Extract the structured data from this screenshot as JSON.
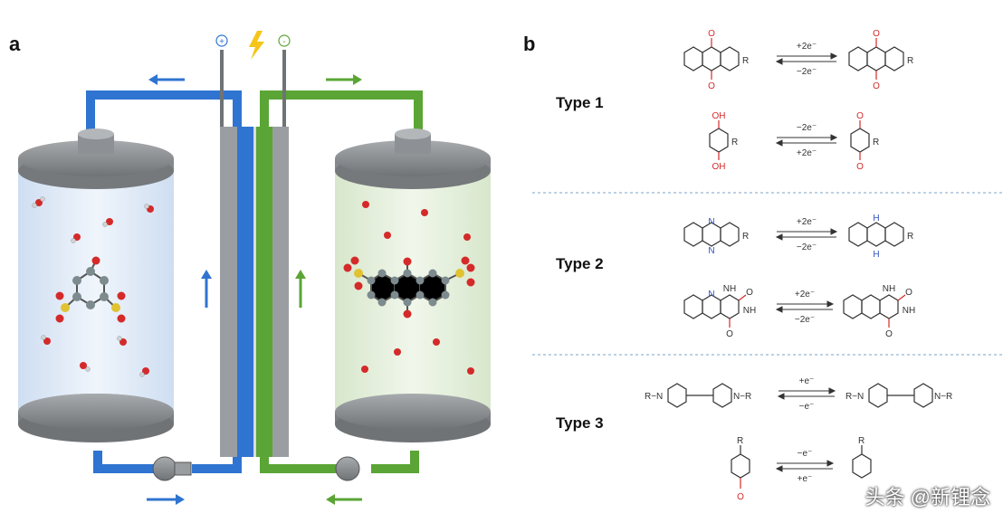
{
  "panel_a": {
    "label": "a",
    "terminal_positive": "+",
    "terminal_negative": "-"
  },
  "panel_b": {
    "label": "b",
    "types": [
      {
        "label": "Type 1",
        "reactions": [
          {
            "forward": "+2e⁻",
            "reverse": "−2e⁻",
            "substituent": "R"
          },
          {
            "forward": "−2e⁻",
            "reverse": "+2e⁻",
            "substituent": "R"
          }
        ]
      },
      {
        "label": "Type 2",
        "reactions": [
          {
            "forward": "+2e⁻",
            "reverse": "−2e⁻",
            "substituent": "R"
          },
          {
            "forward": "+2e⁻",
            "reverse": "−2e⁻",
            "substituent": ""
          }
        ]
      },
      {
        "label": "Type 3",
        "reactions": [
          {
            "forward": "+e⁻",
            "reverse": "−e⁻",
            "left": "R−N",
            "right": "N−R"
          },
          {
            "forward": "−e⁻",
            "reverse": "+e⁻",
            "substituent": "R"
          }
        ]
      }
    ]
  },
  "atoms": {
    "oxygen": "O",
    "hydroxyl": "OH",
    "amine": "NH",
    "nitrogen": "N",
    "hydrogen": "H",
    "oxyl": "O"
  },
  "watermark": "头条 @新锂念",
  "colors": {
    "blue": "#2f74d0",
    "green": "#5aa535",
    "oxygen_red": "#d42a2a",
    "carbon_gray": "#7d8a8e"
  }
}
